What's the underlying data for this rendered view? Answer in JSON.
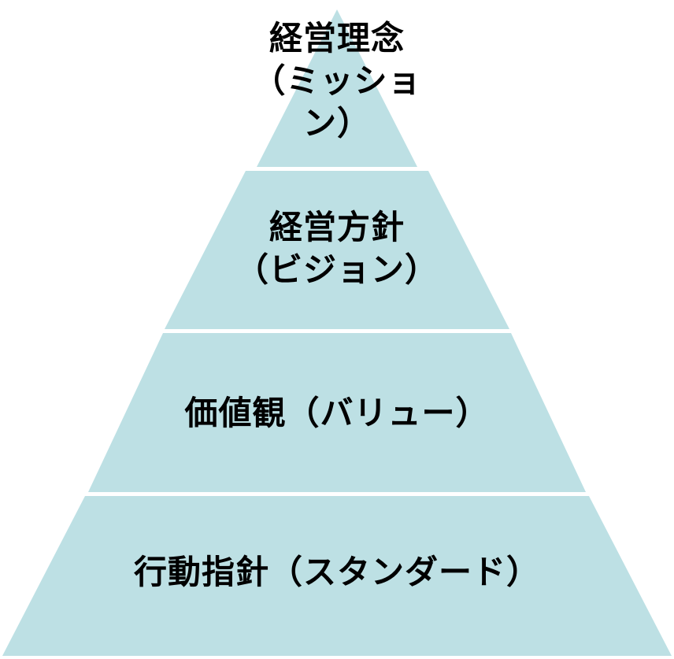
{
  "colors": {
    "tier_fill": "#bde0e4",
    "text": "#000000",
    "background": "#ffffff"
  },
  "pyramid": {
    "tiers": [
      {
        "line1": "経営理念",
        "line2": "（ミッショ",
        "line3": "ン）"
      },
      {
        "line1": "経営方針",
        "line2": "（ビジョン）"
      },
      {
        "line1": "価値観（バリュー）"
      },
      {
        "line1": "行動指針（スタンダード）"
      }
    ]
  }
}
